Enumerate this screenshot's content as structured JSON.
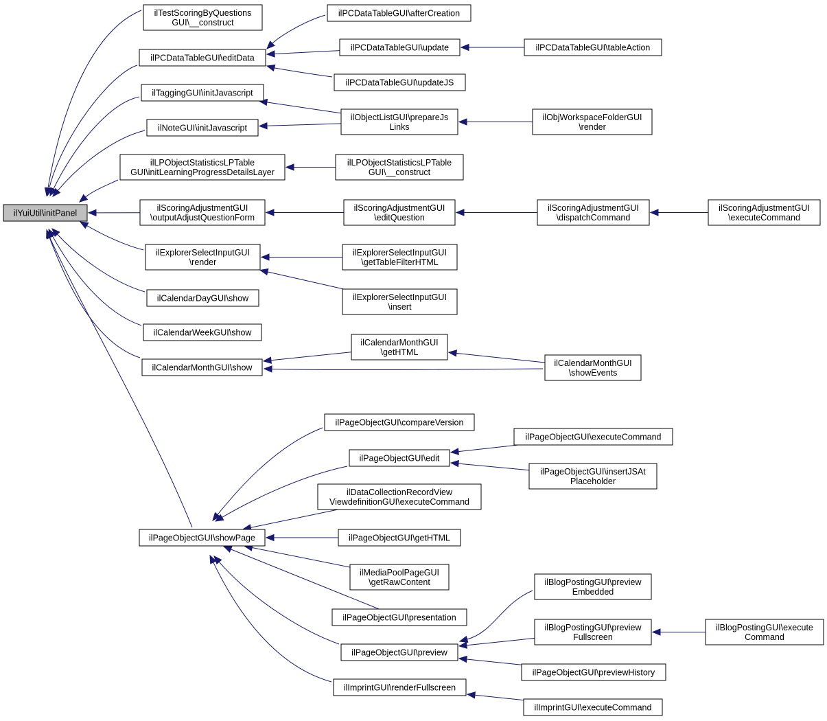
{
  "nodes": [
    {
      "id": "root",
      "lines": [
        "ilYuiUtil\\initPanel"
      ],
      "root": true
    },
    {
      "id": "ts",
      "lines": [
        "ilTestScoringByQuestions",
        "GUI\\__construct"
      ]
    },
    {
      "id": "pced",
      "lines": [
        "ilPCDataTableGUI\\editData"
      ]
    },
    {
      "id": "tag",
      "lines": [
        "ilTaggingGUI\\initJavascript"
      ]
    },
    {
      "id": "note",
      "lines": [
        "ilNoteGUI\\initJavascript"
      ]
    },
    {
      "id": "lpos",
      "lines": [
        "ilLPObjectStatisticsLPTable",
        "GUI\\initLearningProgressDetailsLayer"
      ]
    },
    {
      "id": "saq",
      "lines": [
        "ilScoringAdjustmentGUI",
        "\\outputAdjustQuestionForm"
      ]
    },
    {
      "id": "esr",
      "lines": [
        "ilExplorerSelectInputGUI",
        "\\render"
      ]
    },
    {
      "id": "cday",
      "lines": [
        "ilCalendarDayGUI\\show"
      ]
    },
    {
      "id": "cweek",
      "lines": [
        "ilCalendarWeekGUI\\show"
      ]
    },
    {
      "id": "cmon",
      "lines": [
        "ilCalendarMonthGUI\\show"
      ]
    },
    {
      "id": "pgshow",
      "lines": [
        "ilPageObjectGUI\\showPage"
      ]
    },
    {
      "id": "pcac",
      "lines": [
        "ilPCDataTableGUI\\afterCreation"
      ]
    },
    {
      "id": "pcup",
      "lines": [
        "ilPCDataTableGUI\\update"
      ]
    },
    {
      "id": "pcta",
      "lines": [
        "ilPCDataTableGUI\\tableAction"
      ]
    },
    {
      "id": "pcujs",
      "lines": [
        "ilPCDataTableGUI\\updateJS"
      ]
    },
    {
      "id": "olp",
      "lines": [
        "ilObjectListGUI\\prepareJs",
        "Links"
      ]
    },
    {
      "id": "owf",
      "lines": [
        "ilObjWorkspaceFolderGUI",
        "\\render"
      ]
    },
    {
      "id": "lpc",
      "lines": [
        "ilLPObjectStatisticsLPTable",
        "GUI\\__construct"
      ]
    },
    {
      "id": "saeq",
      "lines": [
        "ilScoringAdjustmentGUI",
        "\\editQuestion"
      ]
    },
    {
      "id": "sadc",
      "lines": [
        "ilScoringAdjustmentGUI",
        "\\dispatchCommand"
      ]
    },
    {
      "id": "saec",
      "lines": [
        "ilScoringAdjustmentGUI",
        "\\executeCommand"
      ]
    },
    {
      "id": "estf",
      "lines": [
        "ilExplorerSelectInputGUI",
        "\\getTableFilterHTML"
      ]
    },
    {
      "id": "esins",
      "lines": [
        "ilExplorerSelectInputGUI",
        "\\insert"
      ]
    },
    {
      "id": "cmgh",
      "lines": [
        "ilCalendarMonthGUI",
        "\\getHTML"
      ]
    },
    {
      "id": "cmse",
      "lines": [
        "ilCalendarMonthGUI",
        "\\showEvents"
      ]
    },
    {
      "id": "pgcv",
      "lines": [
        "ilPageObjectGUI\\compareVersion"
      ]
    },
    {
      "id": "pged",
      "lines": [
        "ilPageObjectGUI\\edit"
      ]
    },
    {
      "id": "pgex",
      "lines": [
        "ilPageObjectGUI\\executeCommand"
      ]
    },
    {
      "id": "pgijs",
      "lines": [
        "ilPageObjectGUI\\insertJSAt",
        "Placeholder"
      ]
    },
    {
      "id": "dcr",
      "lines": [
        "ilDataCollectionRecordView",
        "ViewdefinitionGUI\\executeCommand"
      ]
    },
    {
      "id": "pggh",
      "lines": [
        "ilPageObjectGUI\\getHTML"
      ]
    },
    {
      "id": "mpp",
      "lines": [
        "ilMediaPoolPageGUI",
        "\\getRawContent"
      ]
    },
    {
      "id": "pgpres",
      "lines": [
        "ilPageObjectGUI\\presentation"
      ]
    },
    {
      "id": "pgprev",
      "lines": [
        "ilPageObjectGUI\\preview"
      ]
    },
    {
      "id": "imp",
      "lines": [
        "ilImprintGUI\\renderFullscreen"
      ]
    },
    {
      "id": "bpe",
      "lines": [
        "ilBlogPostingGUI\\preview",
        "Embedded"
      ]
    },
    {
      "id": "bpf",
      "lines": [
        "ilBlogPostingGUI\\preview",
        "Fullscreen"
      ]
    },
    {
      "id": "bpec",
      "lines": [
        "ilBlogPostingGUI\\execute",
        "Command"
      ]
    },
    {
      "id": "pgph",
      "lines": [
        "ilPageObjectGUI\\previewHistory"
      ]
    },
    {
      "id": "impec",
      "lines": [
        "ilImprintGUI\\executeCommand"
      ]
    }
  ],
  "edges": [
    [
      "ts",
      "root"
    ],
    [
      "pced",
      "root"
    ],
    [
      "tag",
      "root"
    ],
    [
      "note",
      "root"
    ],
    [
      "lpos",
      "root"
    ],
    [
      "saq",
      "root"
    ],
    [
      "esr",
      "root"
    ],
    [
      "cday",
      "root"
    ],
    [
      "cweek",
      "root"
    ],
    [
      "cmon",
      "root"
    ],
    [
      "pgshow",
      "root"
    ],
    [
      "pcac",
      "pced"
    ],
    [
      "pcup",
      "pced"
    ],
    [
      "pcujs",
      "pced"
    ],
    [
      "pcta",
      "pcup"
    ],
    [
      "olp",
      "tag"
    ],
    [
      "olp",
      "note"
    ],
    [
      "owf",
      "olp"
    ],
    [
      "lpc",
      "lpos"
    ],
    [
      "saeq",
      "saq"
    ],
    [
      "sadc",
      "saeq"
    ],
    [
      "saec",
      "sadc"
    ],
    [
      "estf",
      "esr"
    ],
    [
      "esins",
      "esr"
    ],
    [
      "cmgh",
      "cmon"
    ],
    [
      "cmse",
      "cmon"
    ],
    [
      "cmse",
      "cmgh"
    ],
    [
      "pgcv",
      "pgshow"
    ],
    [
      "pged",
      "pgshow"
    ],
    [
      "dcr",
      "pgshow"
    ],
    [
      "pggh",
      "pgshow"
    ],
    [
      "mpp",
      "pgshow"
    ],
    [
      "pgpres",
      "pgshow"
    ],
    [
      "pgprev",
      "pgshow"
    ],
    [
      "imp",
      "pgshow"
    ],
    [
      "pgex",
      "pged"
    ],
    [
      "pgijs",
      "pged"
    ],
    [
      "bpe",
      "pgprev"
    ],
    [
      "bpf",
      "pgprev"
    ],
    [
      "pgph",
      "pgprev"
    ],
    [
      "bpec",
      "bpf"
    ],
    [
      "impec",
      "imp"
    ]
  ]
}
